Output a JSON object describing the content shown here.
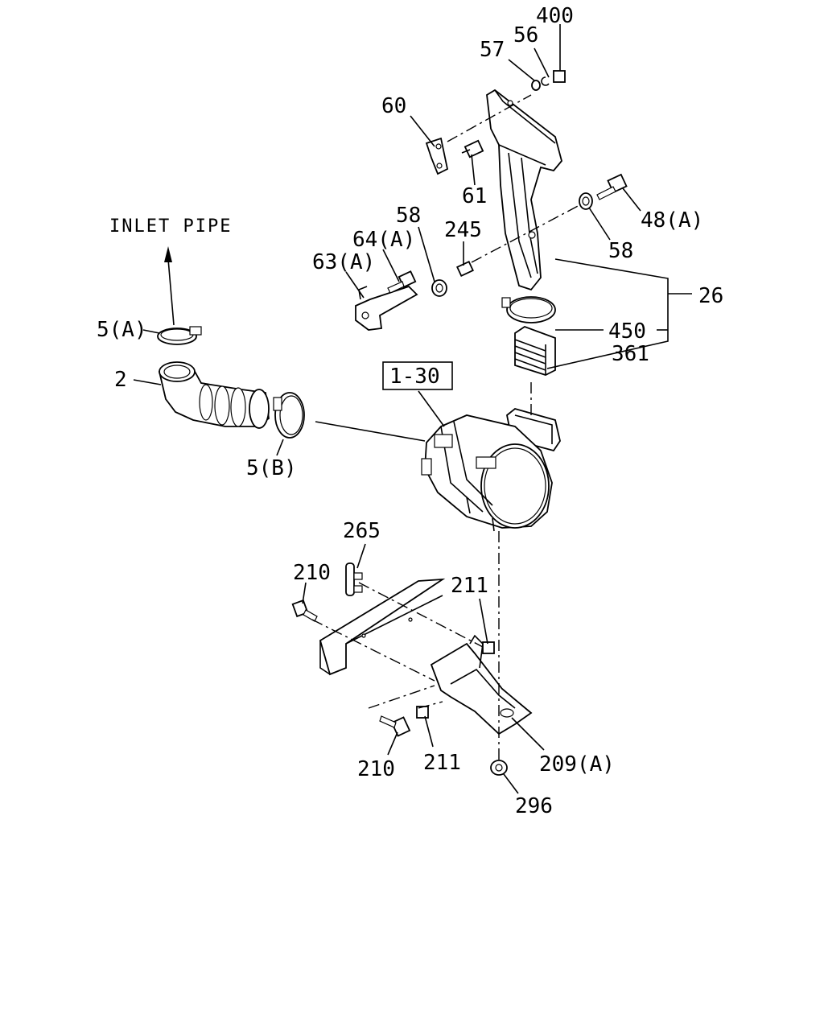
{
  "diagram": {
    "inlet_pipe_label": "INLET PIPE",
    "assembly_ref": "1-30",
    "callouts": {
      "c400": "400",
      "c56": "56",
      "c57": "57",
      "c60": "60",
      "c61": "61",
      "c58_top": "58",
      "c245": "245",
      "c64a": "64(A)",
      "c63a": "63(A)",
      "c48a": "48(A)",
      "c58_right": "58",
      "c26": "26",
      "c450": "450",
      "c361": "361",
      "c5a": "5(A)",
      "c2": "2",
      "c5b": "5(B)",
      "c265": "265",
      "c210_top": "210",
      "c211_top": "211",
      "c210_bottom": "210",
      "c211_bottom": "211",
      "c209a": "209(A)",
      "c296": "296"
    }
  }
}
